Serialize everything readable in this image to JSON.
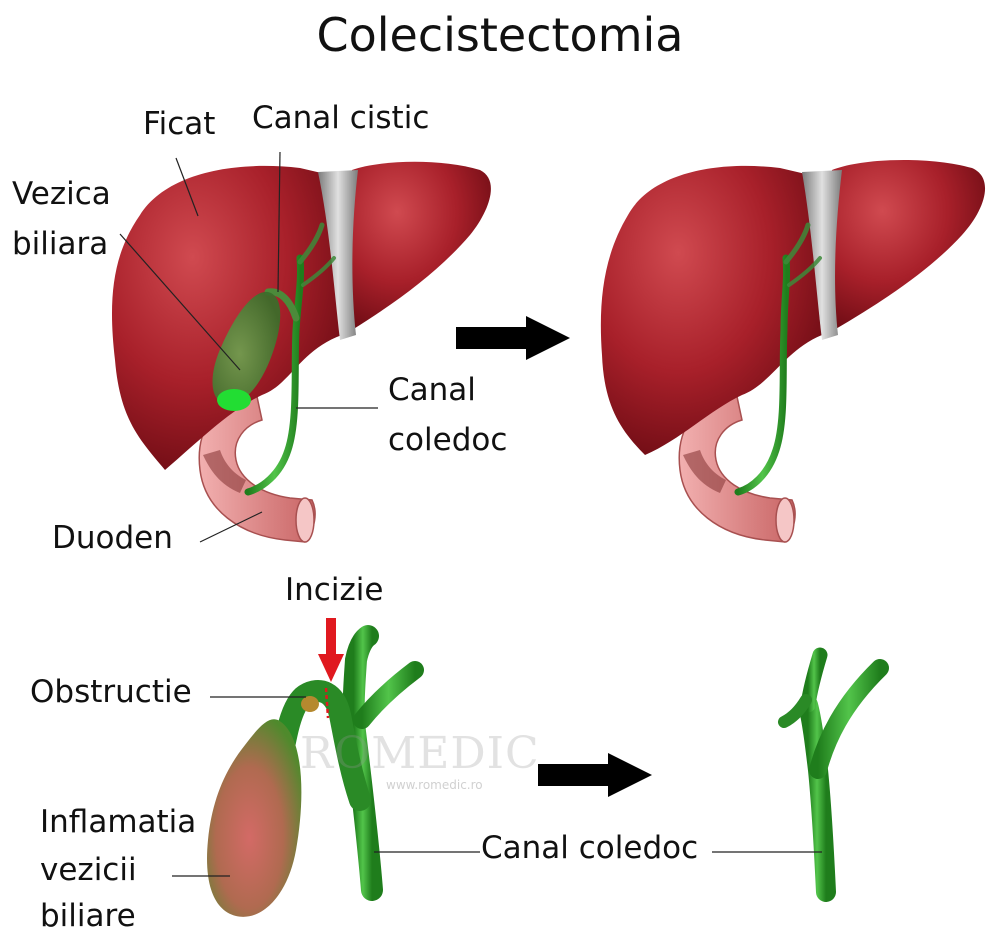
{
  "title": "Colecistectomia",
  "labels": {
    "ficat": "Ficat",
    "canal_cistic": "Canal cistic",
    "vezica_line1": "Vezica",
    "vezica_line2": "biliara",
    "canal_coledoc_top_line1": "Canal",
    "canal_coledoc_top_line2": "coledoc",
    "duoden": "Duoden",
    "incizie": "Incizie",
    "obstructie": "Obstructie",
    "inflamatia_line1": "Inflamatia",
    "inflamatia_line2": "vezicii",
    "inflamatia_line3": "biliare",
    "canal_coledoc_bottom": "Canal coledoc"
  },
  "watermark": {
    "text": "ROMEDIC",
    "url": "www.romedic.ro"
  },
  "colors": {
    "liver": "#a8202a",
    "liver_dark": "#7a0f18",
    "ligament": "#9a9a9a",
    "bile_duct": "#2e9a2a",
    "gallbladder": "#5a8a3a",
    "gallbladder_inflamed": "#c8605a",
    "duodenum": "#e58a8a",
    "arrow": "#000000",
    "incision": "#e0191f"
  }
}
